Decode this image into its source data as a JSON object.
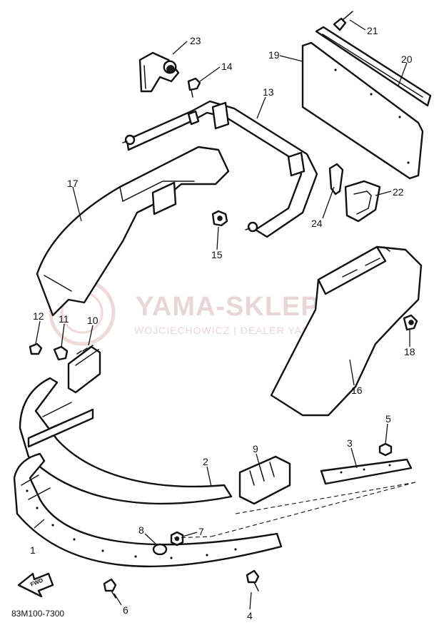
{
  "diagram": {
    "callouts": [
      "1",
      "2",
      "3",
      "4",
      "5",
      "6",
      "7",
      "8",
      "9",
      "10",
      "11",
      "12",
      "13",
      "14",
      "15",
      "16",
      "17",
      "18",
      "19",
      "20",
      "21",
      "22",
      "23",
      "24"
    ],
    "drawing_code": "83M100-7300",
    "fwd_label": "FWD"
  },
  "watermark": {
    "title": "YAMA-SKLEP.PL",
    "subtitle": "WOJCIECHOWICZ | DEALER YAMAHA"
  },
  "colors": {
    "ink": "#111111",
    "background": "#ffffff",
    "watermark": "#e9d6d6"
  }
}
